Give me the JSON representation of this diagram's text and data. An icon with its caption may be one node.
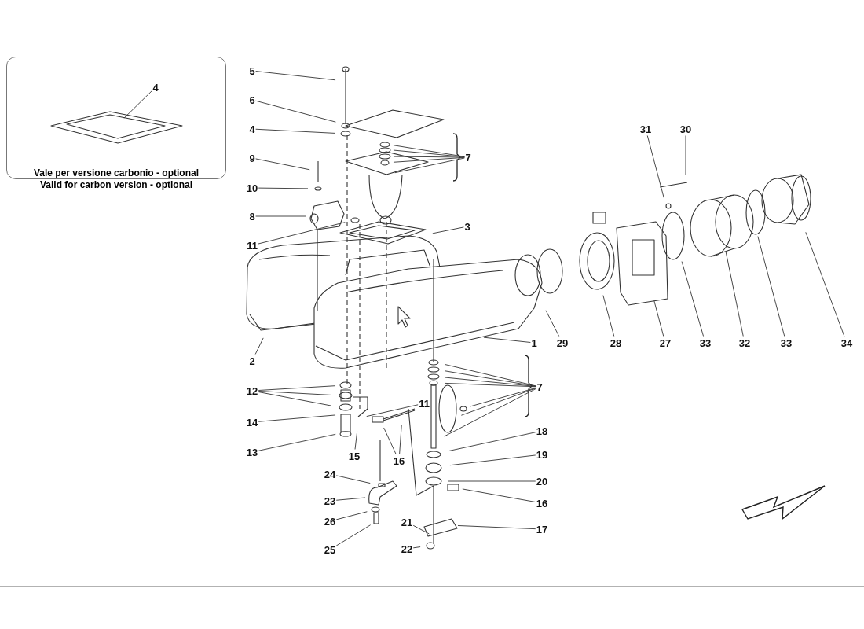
{
  "diagram": {
    "nodes": [
      {
        "text": [
          "Vale per versione carbonio - optional",
          "Valid for carbon version - optional"
        ]
      },
      {
        "text": [
          "4"
        ],
        "in": 0
      },
      {
        "text": [
          "5"
        ]
      },
      {
        "text": [
          "6"
        ]
      },
      {
        "text": [
          "4"
        ]
      },
      {
        "text": [
          "9"
        ]
      },
      {
        "text": [
          "10"
        ]
      },
      {
        "text": [
          "8"
        ]
      },
      {
        "text": [
          "11"
        ]
      },
      {
        "text": [
          "7"
        ]
      },
      {
        "text": [
          "3"
        ]
      },
      {
        "text": [
          "31"
        ]
      },
      {
        "text": [
          "30"
        ]
      },
      {
        "text": [
          "2"
        ]
      },
      {
        "text": [
          "1"
        ]
      },
      {
        "text": [
          "29"
        ]
      },
      {
        "text": [
          "28"
        ]
      },
      {
        "text": [
          "27"
        ]
      },
      {
        "text": [
          "33"
        ]
      },
      {
        "text": [
          "32"
        ]
      },
      {
        "text": [
          "33"
        ]
      },
      {
        "text": [
          "34"
        ]
      },
      {
        "text": [
          "12"
        ]
      },
      {
        "text": [
          "7"
        ]
      },
      {
        "text": [
          "11"
        ]
      },
      {
        "text": [
          "14"
        ]
      },
      {
        "text": [
          "18"
        ]
      },
      {
        "text": [
          "13"
        ]
      },
      {
        "text": [
          "19"
        ]
      },
      {
        "text": [
          "15"
        ]
      },
      {
        "text": [
          "16"
        ]
      },
      {
        "text": [
          "24"
        ]
      },
      {
        "text": [
          "20"
        ]
      },
      {
        "text": [
          "16"
        ]
      },
      {
        "text": [
          "23"
        ]
      },
      {
        "text": [
          "21"
        ]
      },
      {
        "text": [
          "26"
        ]
      },
      {
        "text": [
          "17"
        ]
      },
      {
        "text": [
          "22"
        ]
      },
      {
        "text": [
          "25"
        ]
      }
    ],
    "edges": [
      {
        "from": 1,
        "to": null,
        "arrow": "none"
      },
      {
        "from": 2,
        "to": null,
        "arrow": "none"
      },
      {
        "from": 3,
        "to": null,
        "arrow": "none"
      },
      {
        "from": 4,
        "to": null,
        "arrow": "none"
      },
      {
        "from": 5,
        "to": null,
        "arrow": "none"
      },
      {
        "from": 6,
        "to": null,
        "arrow": "none"
      },
      {
        "from": 7,
        "to": null,
        "arrow": "none"
      },
      {
        "from": 8,
        "to": null,
        "arrow": "none"
      },
      {
        "from": 9,
        "to": null,
        "arrow": "none"
      },
      {
        "from": 9,
        "to": null,
        "arrow": "none"
      },
      {
        "from": 9,
        "to": null,
        "arrow": "none"
      },
      {
        "from": 9,
        "to": null,
        "arrow": "none"
      },
      {
        "from": 9,
        "to": null,
        "arrow": "none"
      },
      {
        "from": 10,
        "to": null,
        "arrow": "none"
      },
      {
        "from": 11,
        "to": null,
        "arrow": "none"
      },
      {
        "from": 12,
        "to": null,
        "arrow": "none"
      },
      {
        "from": 13,
        "to": null,
        "arrow": "none"
      },
      {
        "from": 14,
        "to": null,
        "arrow": "none"
      },
      {
        "from": 15,
        "to": null,
        "arrow": "none"
      },
      {
        "from": 16,
        "to": null,
        "arrow": "none"
      },
      {
        "from": 17,
        "to": null,
        "arrow": "none"
      },
      {
        "from": 18,
        "to": null,
        "arrow": "none"
      },
      {
        "from": 19,
        "to": null,
        "arrow": "none"
      },
      {
        "from": 20,
        "to": null,
        "arrow": "none"
      },
      {
        "from": 21,
        "to": null,
        "arrow": "none"
      },
      {
        "from": 22,
        "to": null,
        "arrow": "none"
      },
      {
        "from": 22,
        "to": null,
        "arrow": "none"
      },
      {
        "from": 22,
        "to": null,
        "arrow": "none"
      },
      {
        "from": 23,
        "to": null,
        "arrow": "none"
      },
      {
        "from": 23,
        "to": null,
        "arrow": "none"
      },
      {
        "from": 23,
        "to": null,
        "arrow": "none"
      },
      {
        "from": 23,
        "to": null,
        "arrow": "none"
      },
      {
        "from": 23,
        "to": null,
        "arrow": "none"
      },
      {
        "from": 23,
        "to": null,
        "arrow": "none"
      },
      {
        "from": 23,
        "to": null,
        "arrow": "none"
      },
      {
        "from": 24,
        "to": null,
        "arrow": "none"
      },
      {
        "from": 25,
        "to": null,
        "arrow": "none"
      },
      {
        "from": 26,
        "to": null,
        "arrow": "none"
      },
      {
        "from": 27,
        "to": null,
        "arrow": "none"
      },
      {
        "from": 28,
        "to": null,
        "arrow": "none"
      },
      {
        "from": 29,
        "to": null,
        "arrow": "none"
      },
      {
        "from": 30,
        "to": null,
        "arrow": "none"
      },
      {
        "from": 30,
        "to": null,
        "arrow": "none"
      },
      {
        "from": 31,
        "to": null,
        "arrow": "none"
      },
      {
        "from": 32,
        "to": null,
        "arrow": "none"
      },
      {
        "from": 33,
        "to": null,
        "arrow": "none"
      },
      {
        "from": 34,
        "to": null,
        "arrow": "none"
      },
      {
        "from": 35,
        "to": null,
        "arrow": "none"
      },
      {
        "from": 36,
        "to": null,
        "arrow": "none"
      },
      {
        "from": 37,
        "to": null,
        "arrow": "none"
      },
      {
        "from": 38,
        "to": null,
        "arrow": "none"
      },
      {
        "from": 39,
        "to": null,
        "arrow": "none"
      }
    ]
  }
}
